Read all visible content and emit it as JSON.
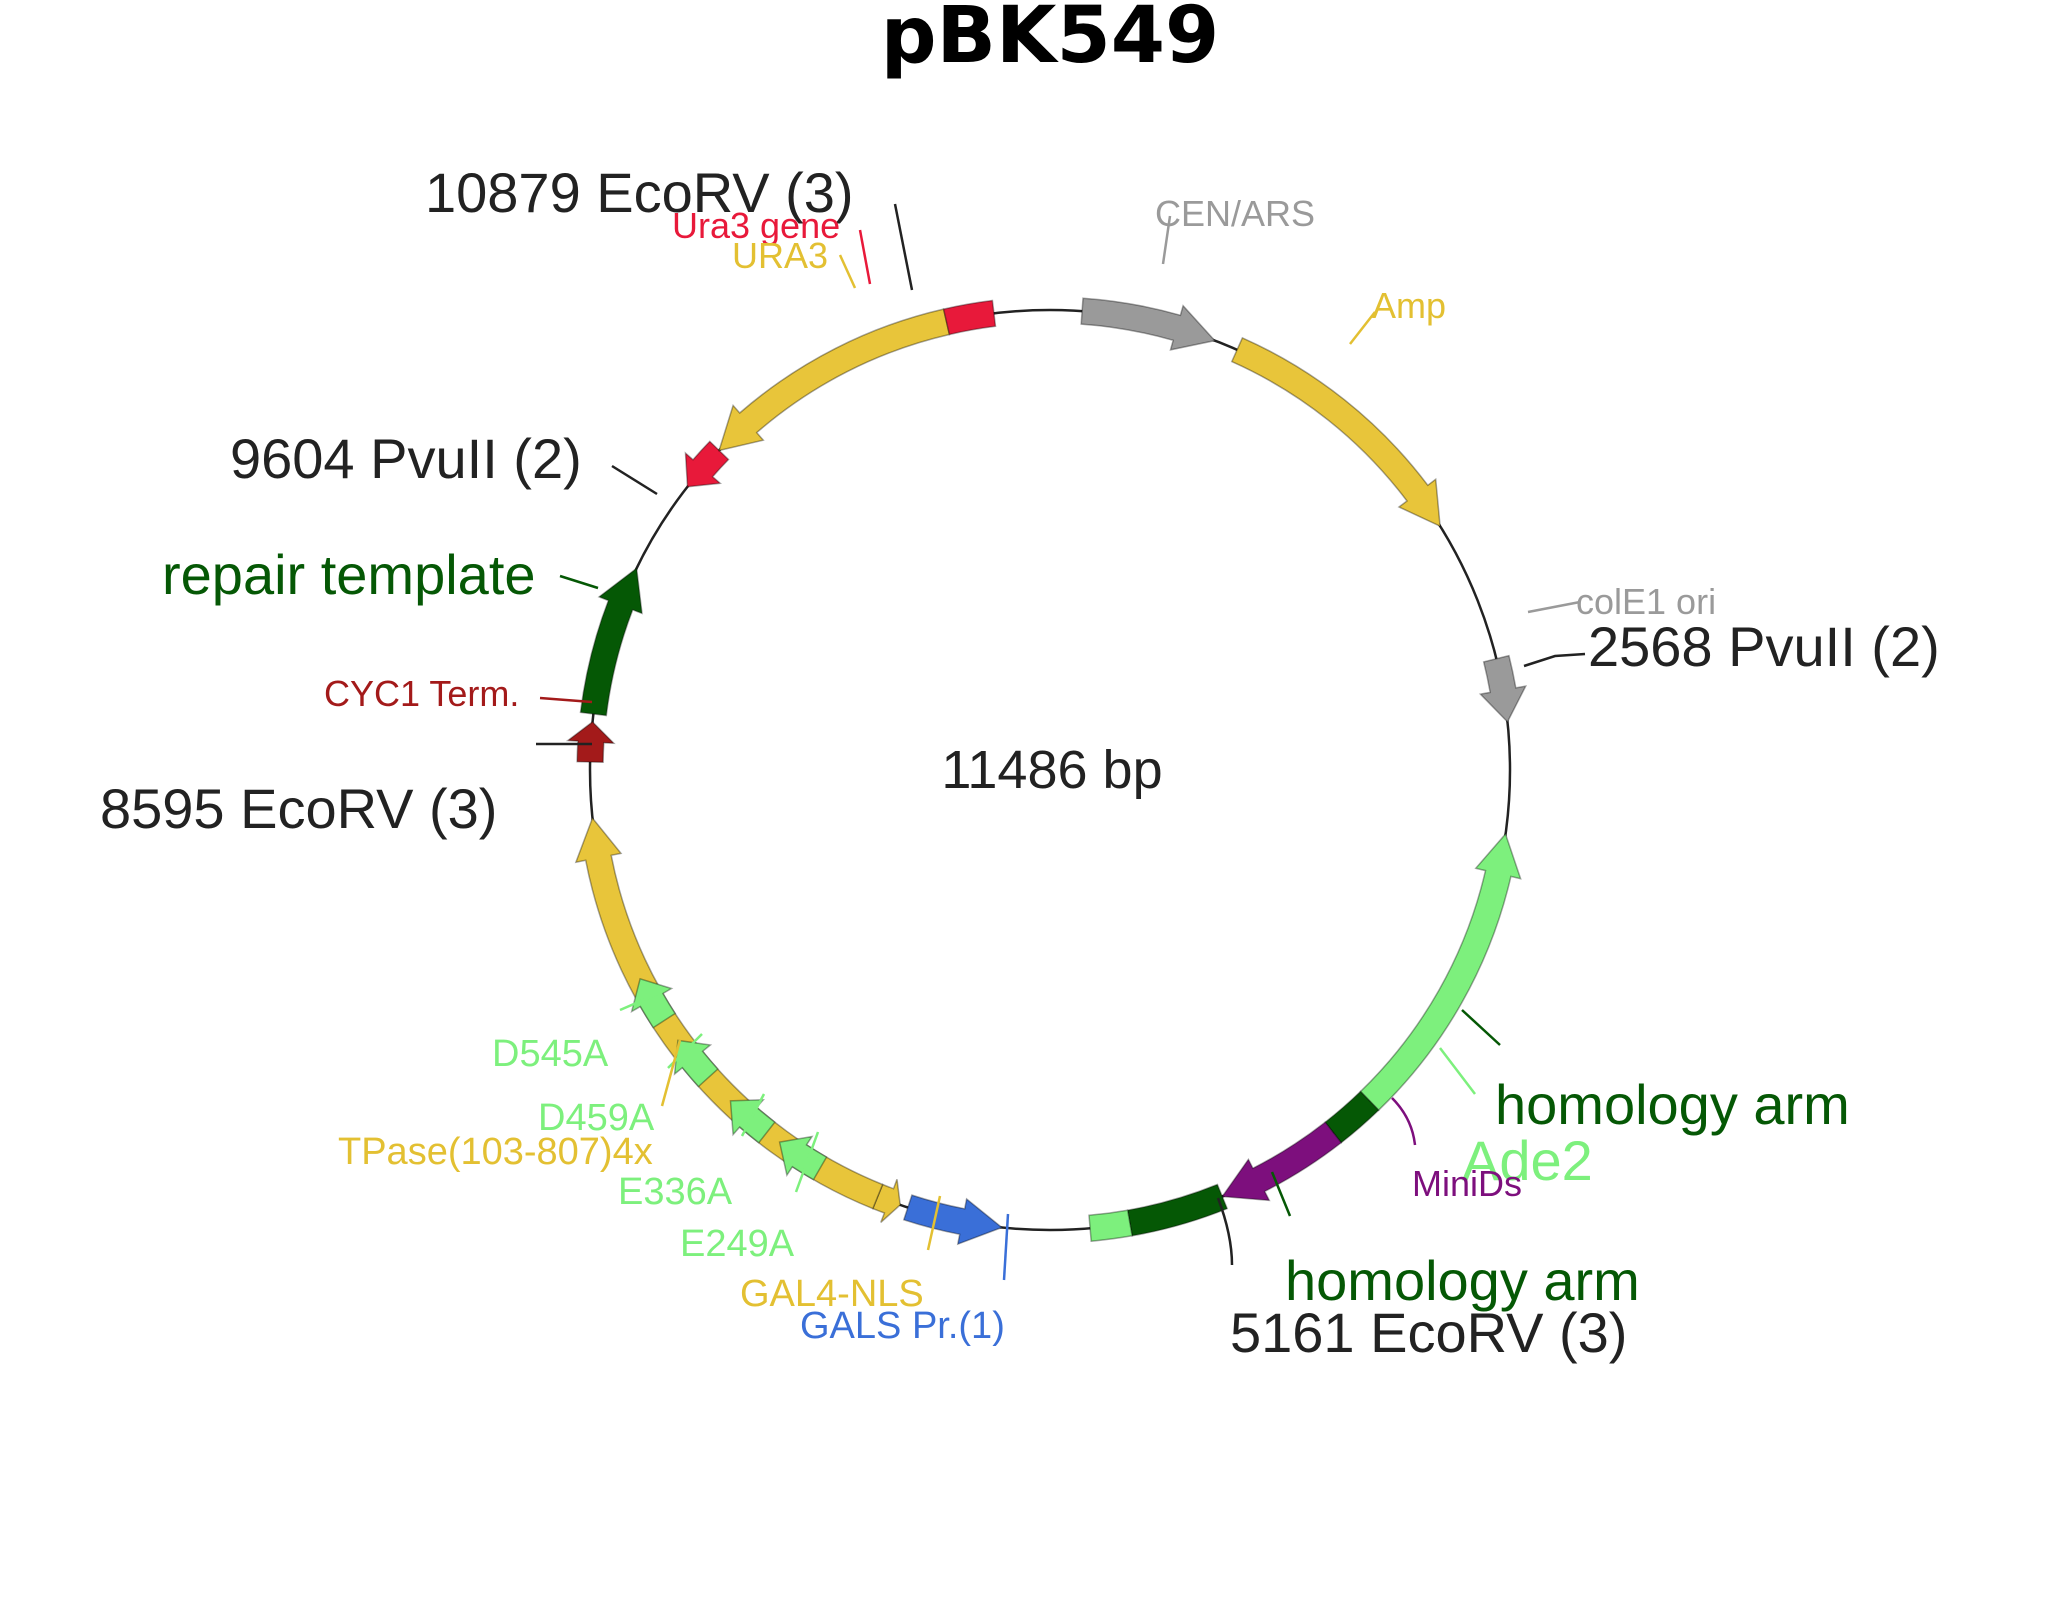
{
  "title": "pBK549",
  "center_label": "11486 bp",
  "colors": {
    "yellow": "#e8c53a",
    "yellow_text": "#e3c032",
    "gray": "#9a9a9a",
    "dark_green": "#055805",
    "light_green": "#7df07d",
    "purple": "#7d0f7d",
    "blue": "#3a6fd8",
    "red": "#e8193a",
    "dark_red": "#a31a1a",
    "black": "#222222"
  },
  "sites": {
    "ecorv_10879": "10879 EcoRV (3)",
    "pvuii_9604": "9604 PvuII (2)",
    "pvuii_2568": "2568 PvuII (2)",
    "ecorv_8595": "8595 EcoRV (3)",
    "ecorv_5161": "5161 EcoRV (3)"
  },
  "features": {
    "ura3_gene": "Ura3 gene",
    "ura3": "URA3",
    "cen_ars": "CEN/ARS",
    "amp": "Amp",
    "cole1_ori": "colE1 ori",
    "repair_template": "repair template",
    "cyc1_term": "CYC1 Term.",
    "homology_arm_right": "homology arm",
    "ade2": "Ade2",
    "minids": "MiniDs",
    "homology_arm_bottom": "homology arm",
    "d545a": "D545A",
    "d459a": "D459A",
    "tpase": "TPase(103-807)4x",
    "e336a": "E336A",
    "e249a": "E249A",
    "gal4_nls": "GAL4-NLS",
    "gals_pr": "GALS Pr.(1)"
  }
}
